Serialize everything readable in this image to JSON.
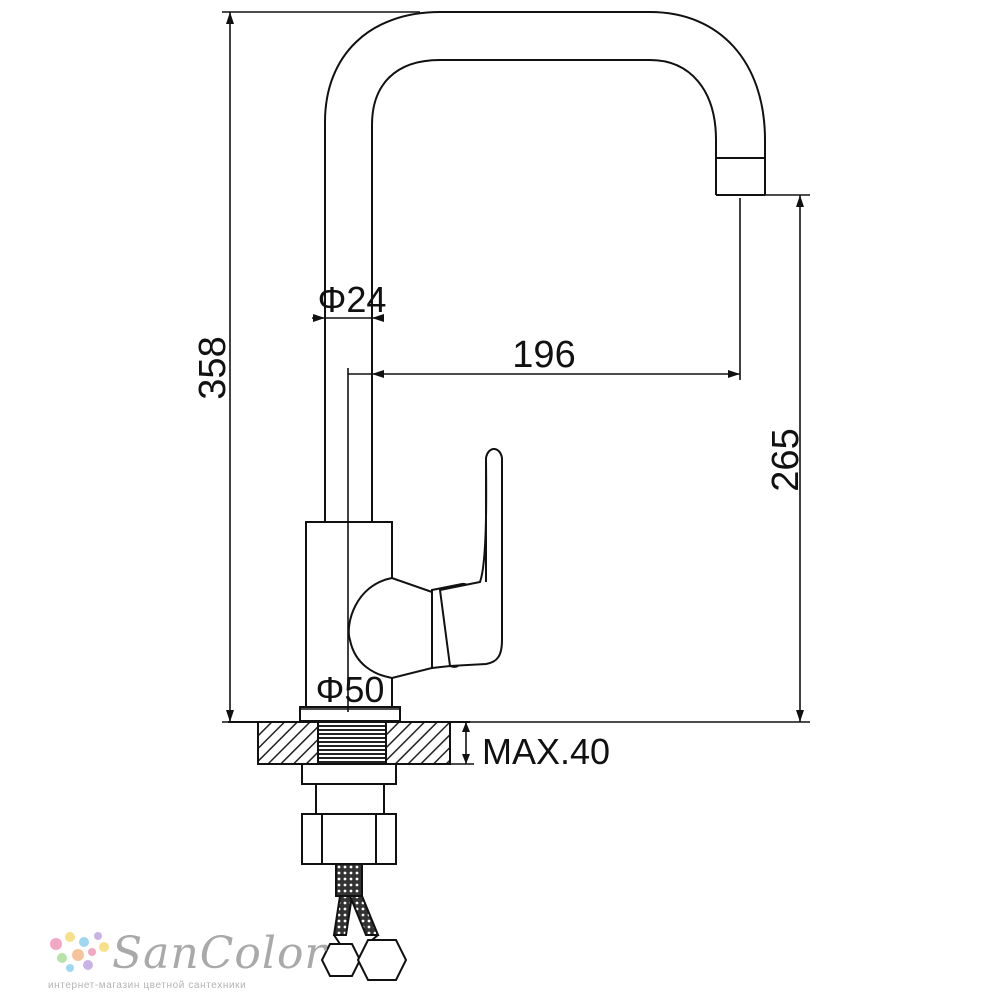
{
  "diagram": {
    "dimensions": {
      "total_height": "358",
      "spout_height": "265",
      "spout_reach": "196",
      "tube_diameter": "Φ24",
      "base_diameter": "Φ50",
      "max_counter_thickness": "MAX.40"
    },
    "colors": {
      "line": "#111111",
      "hatch": "#111111",
      "logo_text": "#a9a9a9"
    }
  },
  "logo": {
    "name": "SanColor",
    "tagline": "интернет-магазин цветной сантехники",
    "dot_colors": [
      "#f2a7c3",
      "#f7e08a",
      "#9fd7f0",
      "#c9b3e6",
      "#b8e3a8",
      "#f5c49a"
    ]
  }
}
